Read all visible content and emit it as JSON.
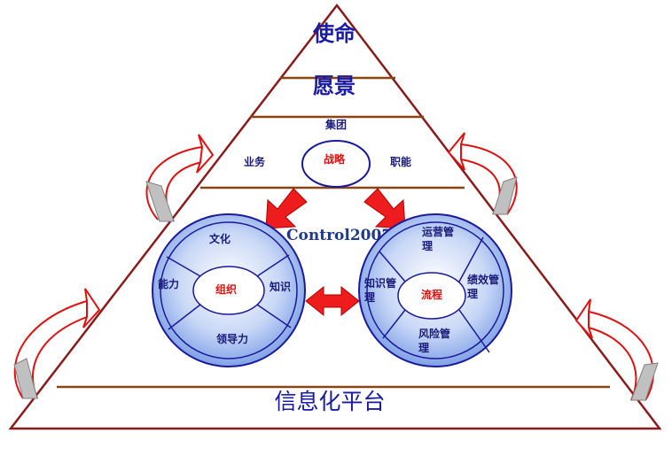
{
  "pyramid": {
    "mission": "使命",
    "vision": "愿景",
    "group_label": "集团",
    "business_label": "业务",
    "strategy_label": "战略",
    "function_label": "职能",
    "watermark": "Control2007",
    "platform_label": "信息化平台"
  },
  "organization_wheel": {
    "center": "组织",
    "top": "文化",
    "left": "能力",
    "right": "知识",
    "bottom": "领导力"
  },
  "process_wheel": {
    "center": "流程",
    "top_line1": "运营管",
    "top_line2": "理",
    "left_line1": "知识管",
    "left_line2": "理",
    "right_line1": "绩效管",
    "right_line2": "理",
    "bottom_line1": "风险管",
    "bottom_line2": "理"
  },
  "colors": {
    "pyramid_outline": "#8b1a1a",
    "band_line": "#8b4513",
    "wheel_fill": "#7fa4ea",
    "wheel_stroke": "#1a1a9a",
    "arrow_red": "#ee1c1c",
    "label_blue": "#1a1aa8",
    "label_red": "#e01010",
    "cycle_arrow_gray": "#c0c0c0"
  }
}
